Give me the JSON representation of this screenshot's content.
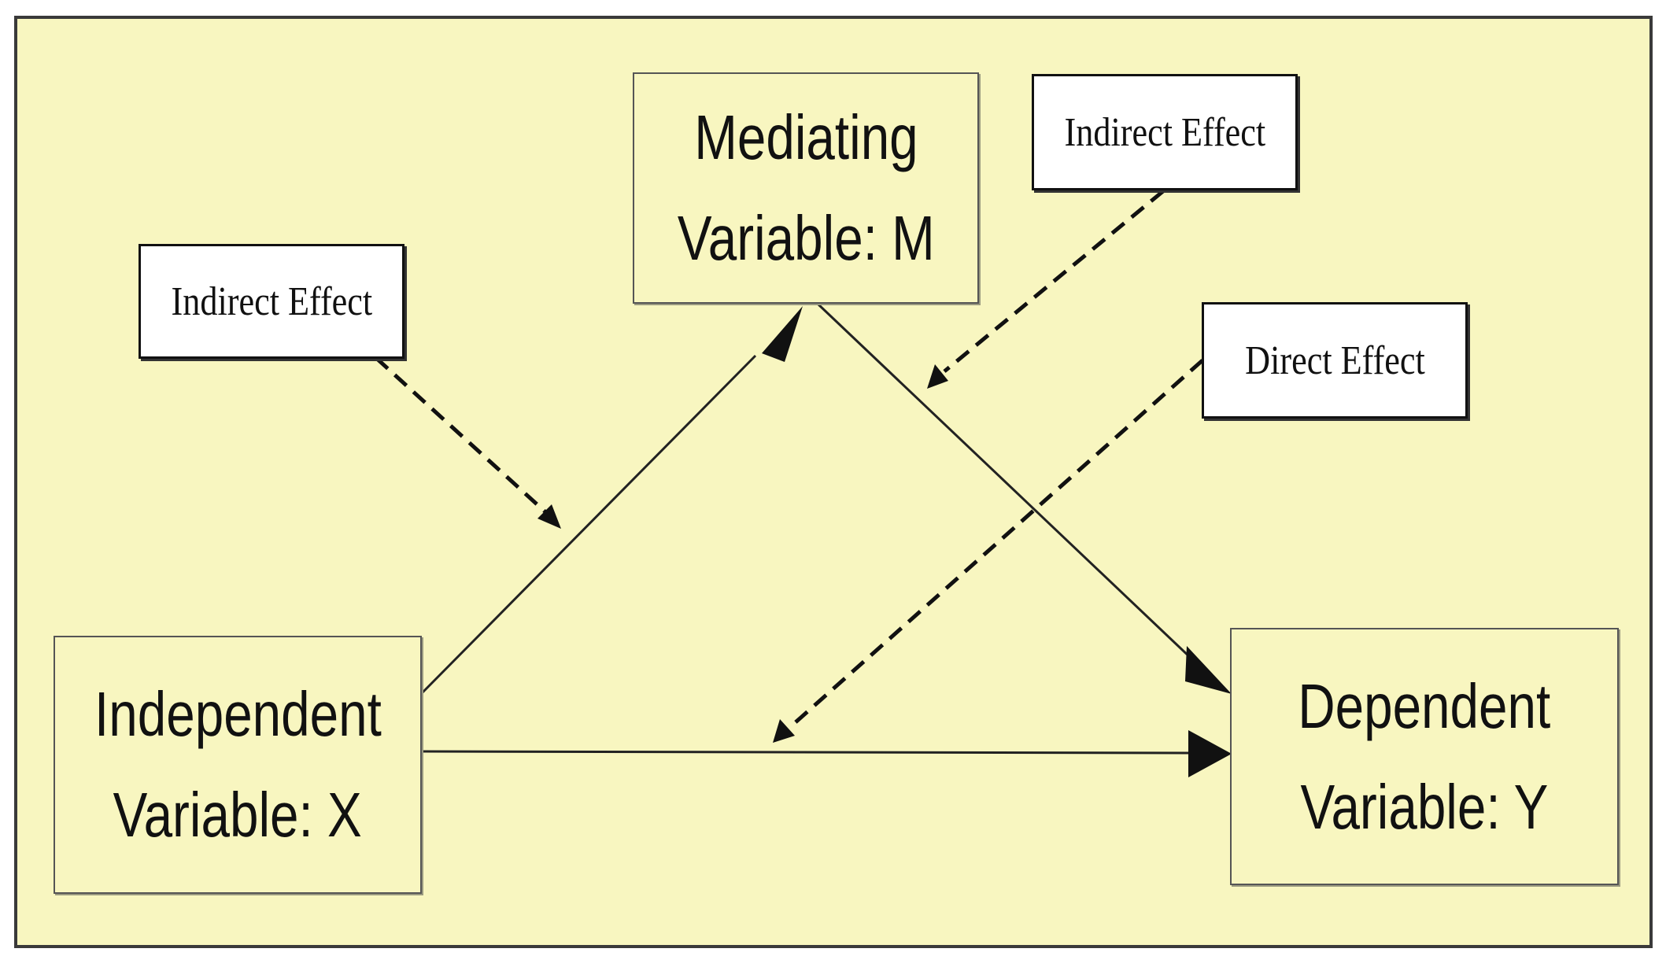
{
  "colors": {
    "background": "#f8f6c0",
    "border": "#3a3a3a",
    "line": "#111111",
    "effect_box_fill": "#ffffff"
  },
  "nodes": {
    "mediator": {
      "line1": "Mediating",
      "line2": "Variable: M"
    },
    "independent": {
      "line1": "Independent",
      "line2": "Variable: X"
    },
    "dependent": {
      "line1": "Dependent",
      "line2": "Variable: Y"
    }
  },
  "labels": {
    "indirect_effect_left": "Indirect Effect",
    "indirect_effect_right": "Indirect Effect",
    "direct_effect": "Direct Effect"
  },
  "edges": [
    {
      "from": "independent",
      "to": "mediator",
      "style": "solid"
    },
    {
      "from": "mediator",
      "to": "dependent",
      "style": "solid"
    },
    {
      "from": "independent",
      "to": "dependent",
      "style": "solid"
    }
  ],
  "annotations": [
    {
      "label": "indirect_effect_left",
      "points_to": "independent-to-mediator",
      "style": "dashed"
    },
    {
      "label": "indirect_effect_right",
      "points_to": "mediator-to-dependent",
      "style": "dashed"
    },
    {
      "label": "direct_effect",
      "points_to": "independent-to-dependent",
      "style": "dashed"
    }
  ]
}
